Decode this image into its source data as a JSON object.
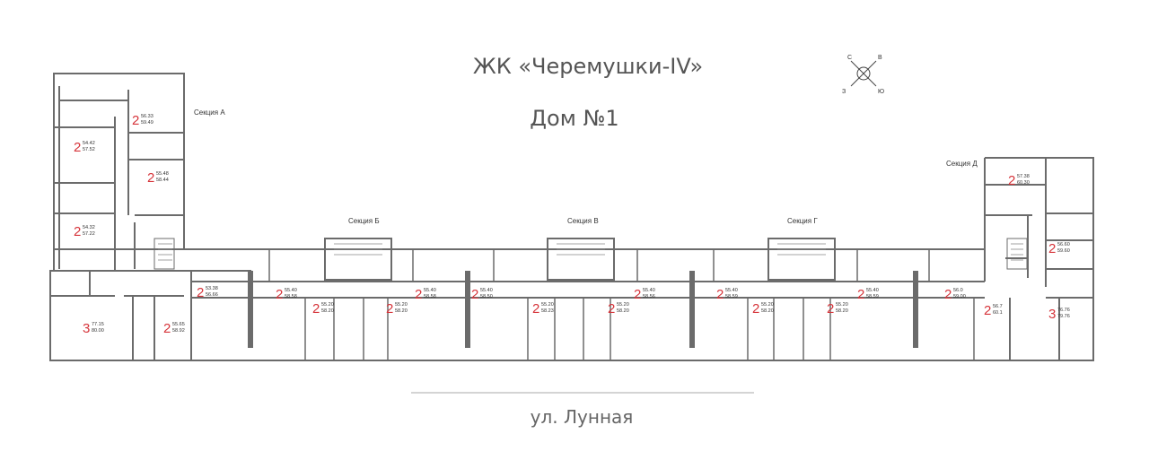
{
  "header": {
    "complex": "ЖК «Черемушки-IV»",
    "house": "Дом №1"
  },
  "compass": {
    "n": "С",
    "e": "В",
    "s": "Ю",
    "w": "З"
  },
  "sections": {
    "a": "Секция А",
    "b": "Секция Б",
    "v": "Секция В",
    "g": "Секция Г",
    "d": "Секция Д"
  },
  "apartments": [
    {
      "rooms": "2",
      "area": "56.33",
      "total": "59.49"
    },
    {
      "rooms": "2",
      "area": "54.42",
      "total": "57.52"
    },
    {
      "rooms": "2",
      "area": "55.48",
      "total": "58.44"
    },
    {
      "rooms": "2",
      "area": "54.32",
      "total": "57.22"
    },
    {
      "rooms": "2",
      "area": "53.38",
      "total": "56.66"
    },
    {
      "rooms": "3",
      "area": "77.15",
      "total": "80.00"
    },
    {
      "rooms": "2",
      "area": "55.65",
      "total": "58.92"
    },
    {
      "rooms": "2",
      "area": "55.40",
      "total": "58.58"
    },
    {
      "rooms": "2",
      "area": "55.40",
      "total": "58.58"
    },
    {
      "rooms": "2",
      "area": "55.20",
      "total": "58.20"
    },
    {
      "rooms": "2",
      "area": "55.20",
      "total": "58.20"
    },
    {
      "rooms": "2",
      "area": "55.40",
      "total": "58.50"
    },
    {
      "rooms": "2",
      "area": "55.40",
      "total": "58.56"
    },
    {
      "rooms": "2",
      "area": "55.20",
      "total": "58.23"
    },
    {
      "rooms": "2",
      "area": "55.20",
      "total": "58.20"
    },
    {
      "rooms": "2",
      "area": "55.40",
      "total": "58.59"
    },
    {
      "rooms": "2",
      "area": "55.40",
      "total": "58.59"
    },
    {
      "rooms": "2",
      "area": "55.20",
      "total": "58.20"
    },
    {
      "rooms": "2",
      "area": "55.20",
      "total": "58.20"
    },
    {
      "rooms": "2",
      "area": "56.0",
      "total": "59.00"
    },
    {
      "rooms": "2",
      "area": "57.38",
      "total": "60.30"
    },
    {
      "rooms": "2",
      "area": "56.60",
      "total": "59.60"
    },
    {
      "rooms": "2",
      "area": "56.7",
      "total": "60.1"
    },
    {
      "rooms": "3",
      "area": "76.76",
      "total": "79.76"
    }
  ],
  "street": "ул. Лунная",
  "colors": {
    "walls": "#6b6b6b",
    "rooms_count": "#d6343a",
    "text": "#333333"
  }
}
